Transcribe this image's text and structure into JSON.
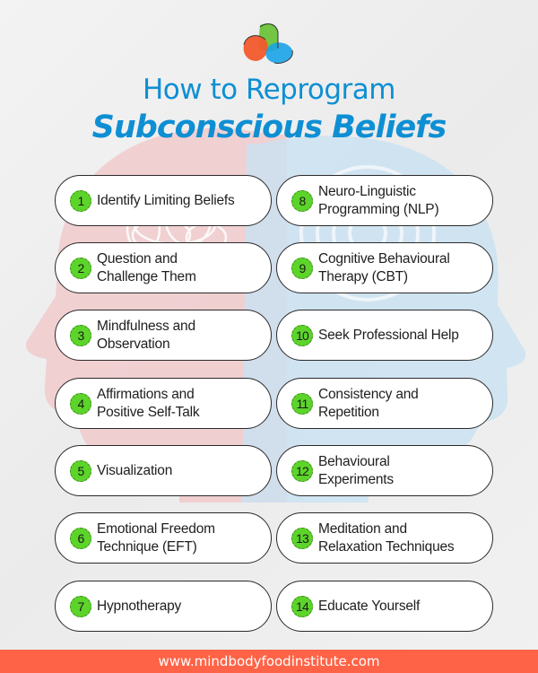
{
  "header": {
    "title_line1": "How to Reprogram",
    "title_line2": "Subconscious Beliefs"
  },
  "colors": {
    "title_blue": "#0e8fd3",
    "number_badge_green": "#5cd42a",
    "footer_red": "#ff6347",
    "left_head_pink": "#f2c6c8",
    "right_head_blue": "#c9e1f3"
  },
  "steps": [
    {
      "number": "1",
      "label": "Identify Limiting Beliefs"
    },
    {
      "number": "2",
      "label": "Question and\nChallenge Them"
    },
    {
      "number": "3",
      "label": "Mindfulness and\nObservation"
    },
    {
      "number": "4",
      "label": "Affirmations and\nPositive Self-Talk"
    },
    {
      "number": "5",
      "label": "Visualization"
    },
    {
      "number": "6",
      "label": "Emotional Freedom\nTechnique (EFT)"
    },
    {
      "number": "7",
      "label": "Hypnotherapy"
    },
    {
      "number": "8",
      "label": "Neuro-Linguistic\nProgramming (NLP)"
    },
    {
      "number": "9",
      "label": "Cognitive Behavioural\nTherapy (CBT)"
    },
    {
      "number": "10",
      "label": "Seek Professional Help"
    },
    {
      "number": "11",
      "label": "Consistency and\nRepetition"
    },
    {
      "number": "12",
      "label": "Behavioural\nExperiments"
    },
    {
      "number": "13",
      "label": "Meditation and\nRelaxation Techniques"
    },
    {
      "number": "14",
      "label": "Educate Yourself"
    }
  ],
  "footer": {
    "url": "www.mindbodyfoodinstitute.com"
  }
}
